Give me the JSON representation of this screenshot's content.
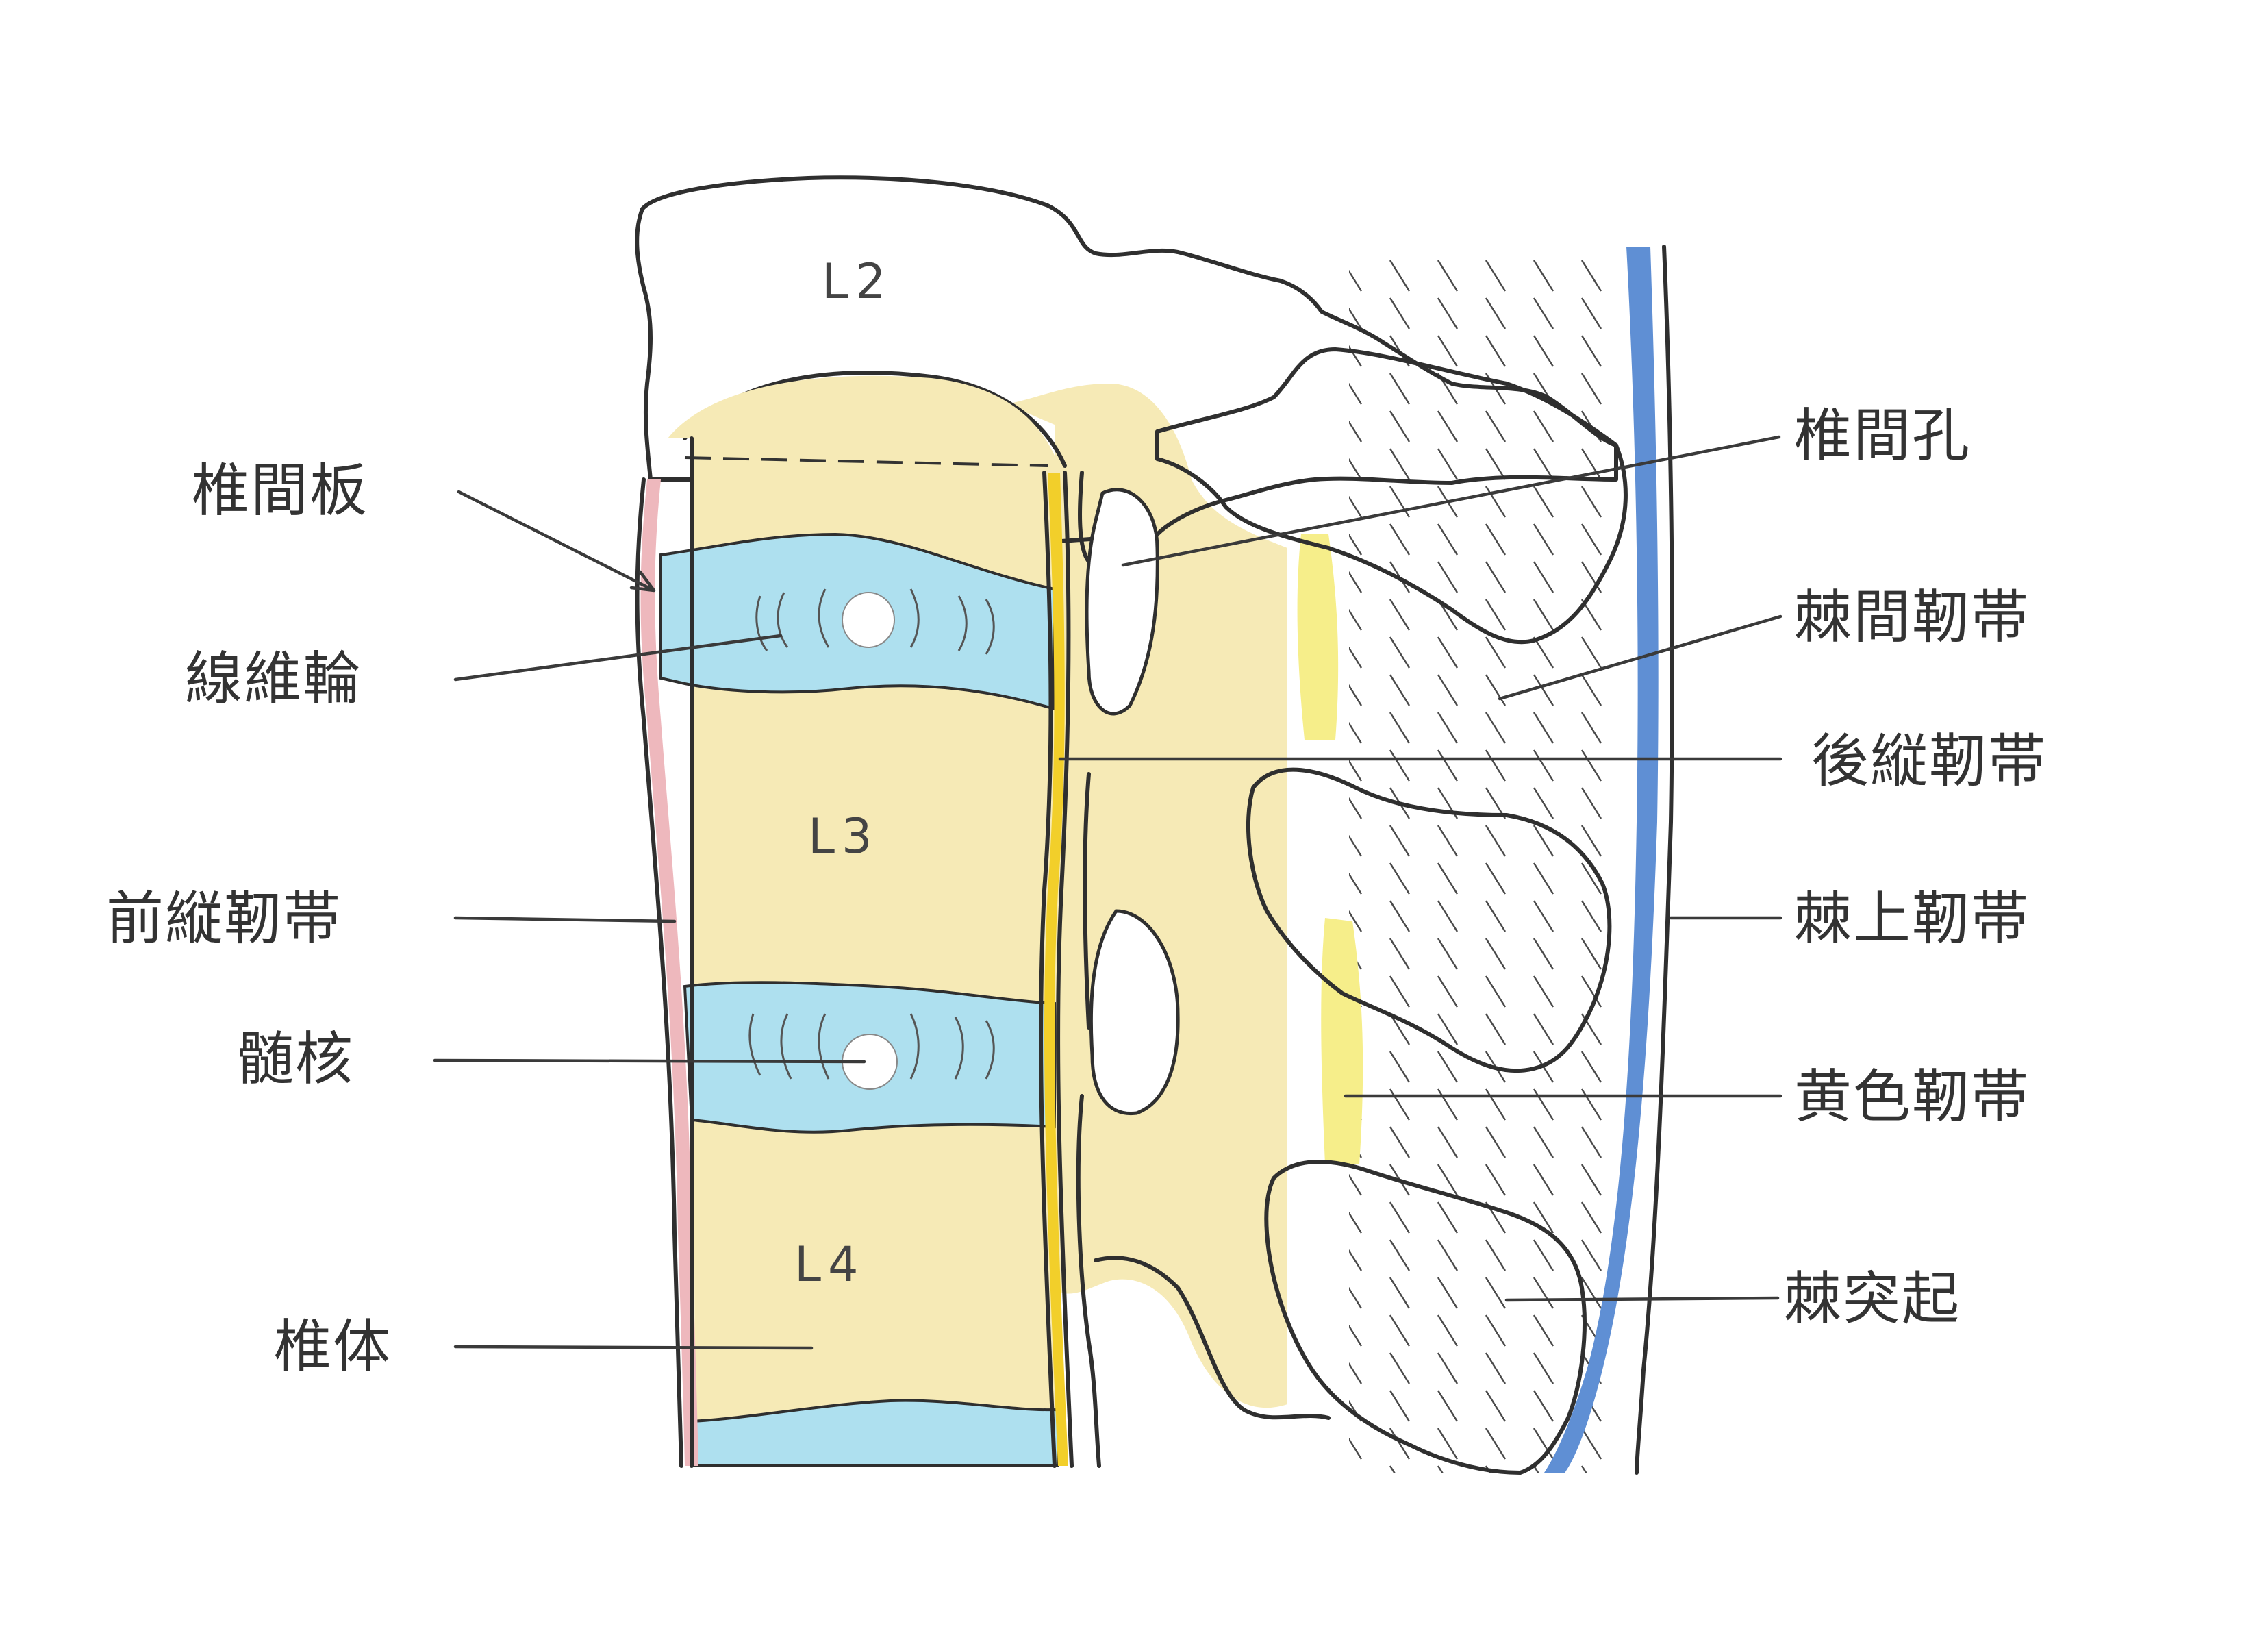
{
  "colors": {
    "bone": "#f6eab6",
    "bone_shade": "#eedb9c",
    "disc": "#aee0ef",
    "anterior_ligament": "#eeb8bd",
    "posterior_ligament": "#f2cf2a",
    "ligamentum_flavum": "#f6ee8a",
    "supraspinous_ligament": "#5f8fd4",
    "outline": "#2f2f2f"
  },
  "vertebra_levels": [
    "L2",
    "L3",
    "L4"
  ],
  "labels_left": {
    "intervertebral_disc": "椎間板",
    "annulus_fibrosus": "線維輪",
    "anterior_longitudinal_ligament": "前縦靭帯",
    "nucleus_pulposus": "髄核",
    "vertebral_body": "椎体"
  },
  "labels_right": {
    "intervertebral_foramen": "椎間孔",
    "interspinous_ligament": "棘間靭帯",
    "posterior_longitudinal_ligament": "後縦靭帯",
    "supraspinous_ligament": "棘上靭帯",
    "ligamentum_flavum": "黄色靭帯",
    "spinous_process": "棘突起"
  }
}
